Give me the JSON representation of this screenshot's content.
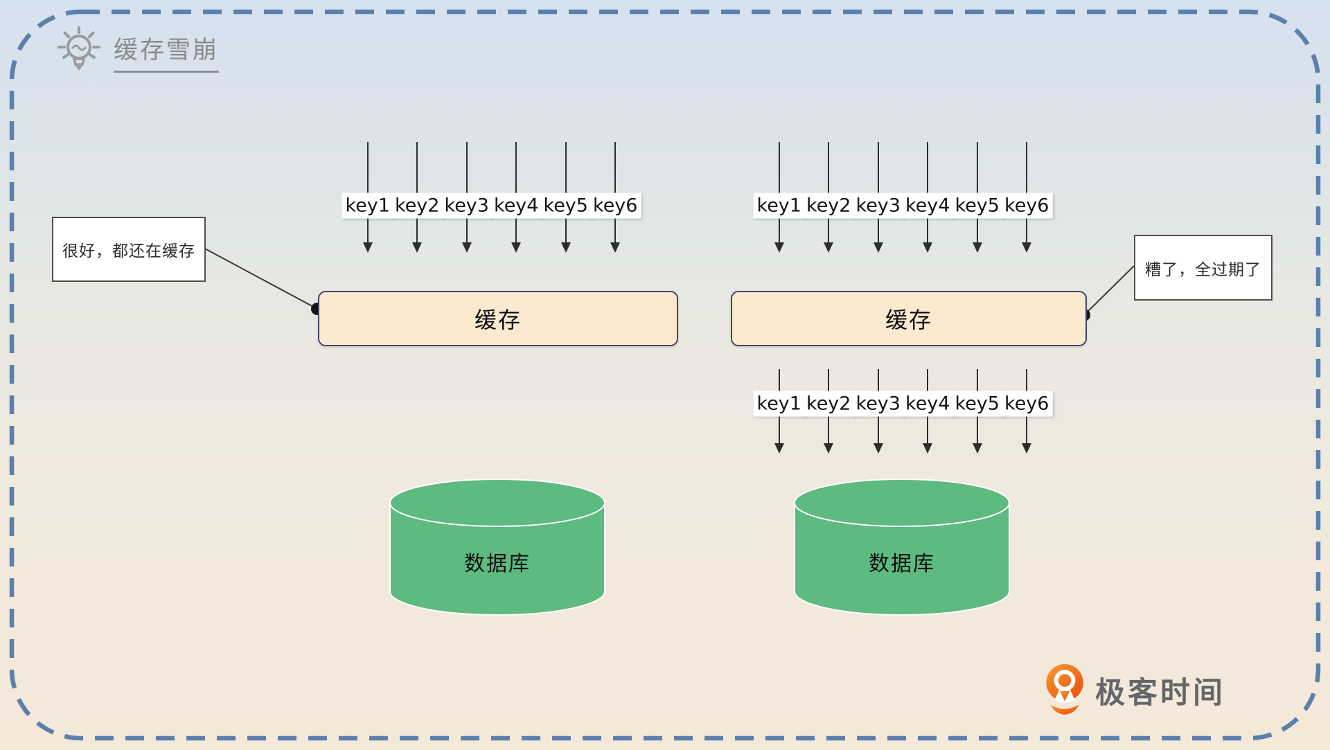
{
  "title": {
    "label": "缓存雪崩"
  },
  "keys": {
    "labels": [
      "key1",
      "key2",
      "key3",
      "key4",
      "key5",
      "key6"
    ]
  },
  "left_group": {
    "callout": "很好，都还在缓存",
    "cache_label": "缓存",
    "db_label": "数据库"
  },
  "right_group": {
    "callout": "糟了，全过期了",
    "cache_label": "缓存",
    "db_label": "数据库"
  },
  "logo": {
    "text": "极客时间"
  },
  "colors": {
    "dashed_border": "#5b80ad",
    "cache_fill": "#fcead0",
    "cache_border": "#43456b",
    "cylinder_green": "#5dba80",
    "background_top": "#d5e2ef",
    "background_bottom": "#f4e9d9",
    "logo_orange_light": "#f99b30",
    "logo_orange_dark": "#ea4a0f",
    "title_gray": "#8a8a8a",
    "logo_text_gray": "#63666a"
  }
}
